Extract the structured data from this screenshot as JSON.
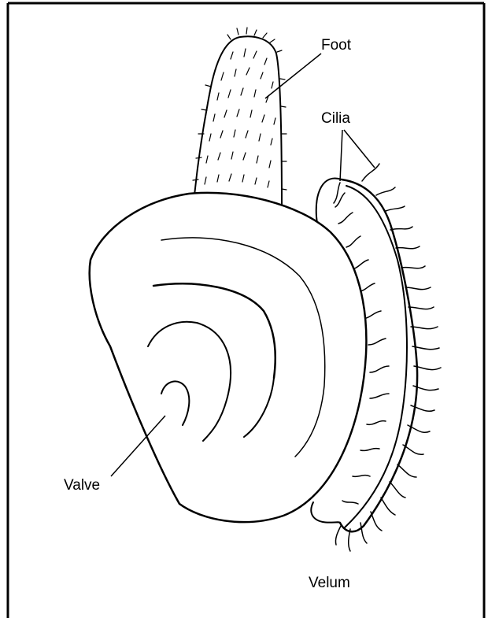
{
  "labels": {
    "foot": "Foot",
    "cilia": "Cilia",
    "valve": "Valve",
    "velum": "Velum"
  }
}
